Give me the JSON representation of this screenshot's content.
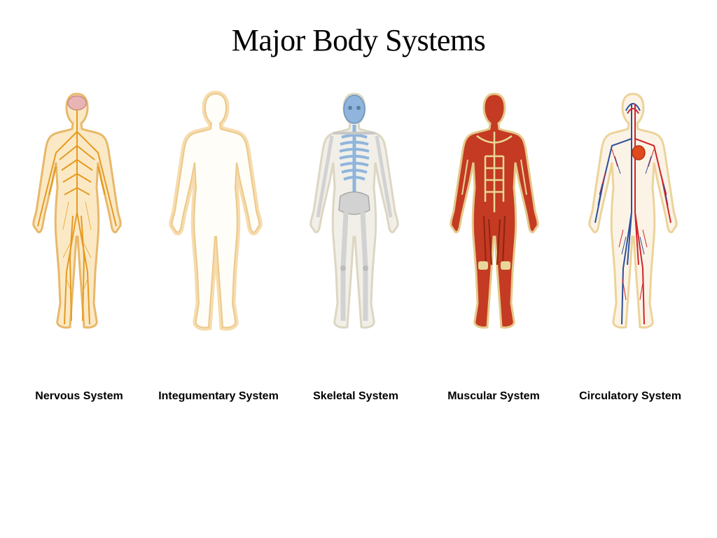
{
  "title": "Major Body Systems",
  "systems": [
    {
      "label": "Nervous System",
      "colors": {
        "body": "#fbe9c6",
        "outline": "#e8b86a",
        "detail": "#e69a20",
        "organ": "#e9b4b4"
      }
    },
    {
      "label": "Integumentary System",
      "colors": {
        "body": "#ffffff",
        "outline": "#ecc98a",
        "detail": "#f6dcae"
      }
    },
    {
      "label": "Skeletal System",
      "colors": {
        "body": "#f1efe8",
        "outline": "#dcd6c2",
        "detail": "#8fb5dc",
        "bone": "#d2d2d2"
      }
    },
    {
      "label": "Muscular System",
      "colors": {
        "body": "#c43a22",
        "outline": "#e4c98a",
        "detail": "#e8d79a"
      }
    },
    {
      "label": "Circulatory System",
      "colors": {
        "body": "#fbf3e6",
        "outline": "#ecd39a",
        "artery": "#d0242c",
        "vein": "#2d4f9a",
        "heart": "#e04a1c"
      }
    }
  ]
}
